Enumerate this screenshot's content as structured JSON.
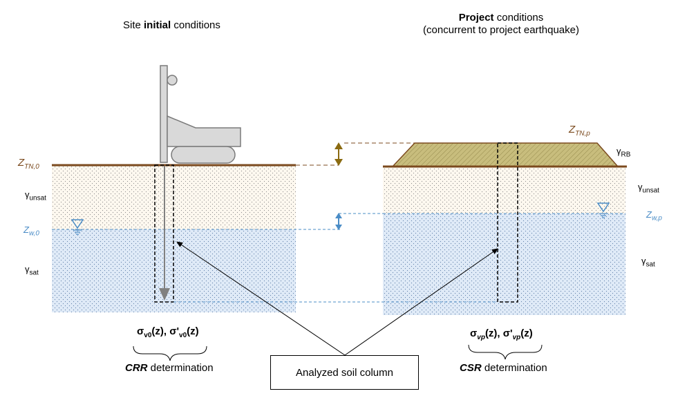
{
  "left_title": {
    "prefix": "Site ",
    "bold": "initial",
    "suffix": " conditions"
  },
  "right_title": {
    "bold": "Project",
    "suffix": " conditions",
    "line2": "(concurrent to project earthquake)"
  },
  "left_labels": {
    "z_tn": "Z",
    "z_tn_sub": "TN,0",
    "gamma_unsat": "γ",
    "gamma_unsat_sub": "unsat",
    "z_w": "Z",
    "z_w_sub": "w,0",
    "gamma_sat": "γ",
    "gamma_sat_sub": "sat"
  },
  "right_labels": {
    "z_tn": "Z",
    "z_tn_sub": "TN,p",
    "gamma_rb": "γ",
    "gamma_rb_sub": "RB",
    "gamma_unsat": "γ",
    "gamma_unsat_sub": "unsat",
    "z_w": "Z",
    "z_w_sub": "w,p",
    "gamma_sat": "γ",
    "gamma_sat_sub": "sat"
  },
  "left_stress": {
    "s1": "σ",
    "s1_sub": "v0",
    "s1_tail": "(z), ",
    "s2": "σ'",
    "s2_sub": "v0",
    "s2_tail": "(z)"
  },
  "right_stress": {
    "s1": "σ",
    "s1_sub": "vp",
    "s1_tail": "(z), ",
    "s2": "σ'",
    "s2_sub": "vp",
    "s2_tail": "(z)"
  },
  "left_result": {
    "bold": "CRR",
    "suffix": " determination"
  },
  "right_result": {
    "bold": "CSR",
    "suffix": " determination"
  },
  "center_box": "Analyzed soil column",
  "colors": {
    "ground_line": "#7b4a1e",
    "unsat_fill": "#fdf8ef",
    "sat_fill": "#dfeaf7",
    "water_blue": "#4a8cc6",
    "embankment": "#c8bd7d",
    "elevation_arrow": "#8a6a10",
    "rig_gray": "#d9d9d9"
  }
}
